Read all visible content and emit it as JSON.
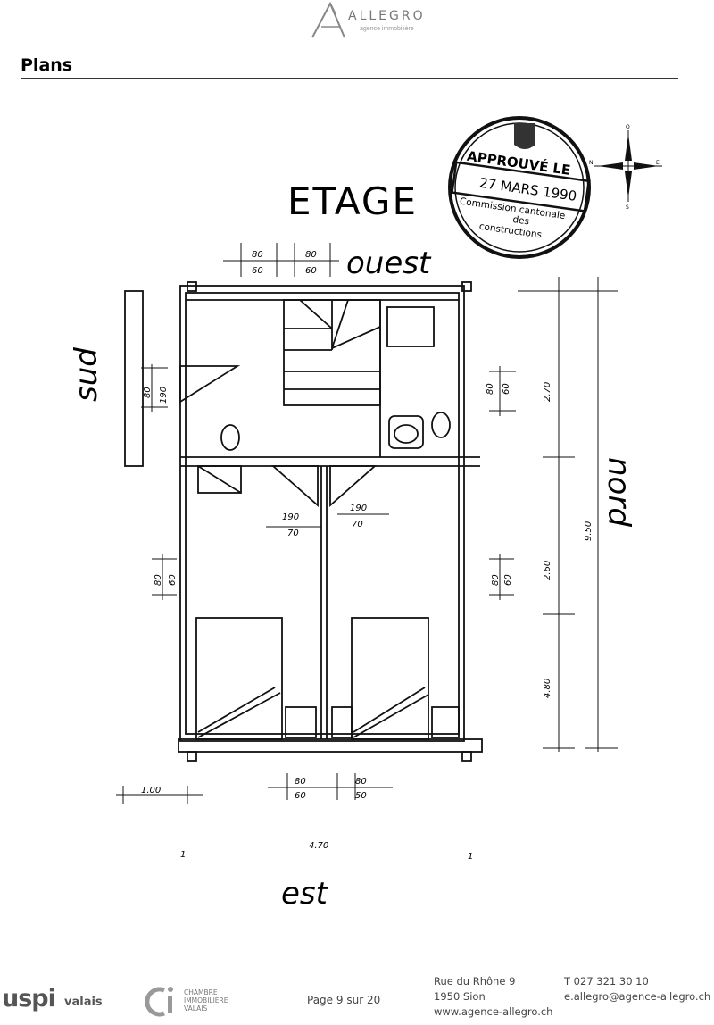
{
  "header": {
    "brand": "ALLEGRO",
    "tagline": "agence immobilière"
  },
  "section": {
    "title": "Plans"
  },
  "plan": {
    "heading": "ETAGE",
    "orientation": {
      "ouest": "ouest",
      "sud": "sud",
      "nord": "nord",
      "est": "est"
    },
    "stamp": {
      "line1": "APPROUVÉ LE",
      "date": "27 MARS 1990",
      "line3": "Commission cantonale",
      "line4": "des",
      "line5": "constructions"
    },
    "compass": {
      "n": "N",
      "s": "S",
      "e": "E",
      "o": "O"
    },
    "dimensions": {
      "top_a_w": "80",
      "top_a_h": "60",
      "top_b_w": "80",
      "top_b_h": "60",
      "left_door_w": "80",
      "left_door_h": "190",
      "right_win_w": "80",
      "right_win_h": "60",
      "door_left_w": "190",
      "door_left_h": "70",
      "door_right_w": "190",
      "door_right_h": "70",
      "left_win2_w": "80",
      "left_win2_h": "60",
      "right_win2_w": "80",
      "right_win2_h": "60",
      "bottom_a_w": "80",
      "bottom_a_h": "60",
      "bottom_b_w": "80",
      "bottom_b_h": "50",
      "balcony": "1.00",
      "total_width": "4.70",
      "total_length": "9.50",
      "seg1": "2.70",
      "seg2": "2.60",
      "seg3": "4.80",
      "left_tick": "1",
      "right_tick": "1"
    }
  },
  "footer": {
    "uspi": "uspi",
    "uspi_region": "valais",
    "chambre_line1": "CHAMBRE",
    "chambre_line2": "IMMOBILIERE",
    "chambre_line3": "VALAIS",
    "page_prefix": "Page",
    "page_current": "9",
    "page_sep": "sur",
    "page_total": "20",
    "address_street": "Rue du Rhône 9",
    "address_city": "1950 Sion",
    "website": "www.agence-allegro.ch",
    "phone": "T 027 321 30 10",
    "email": "e.allegro@agence-allegro.ch"
  }
}
